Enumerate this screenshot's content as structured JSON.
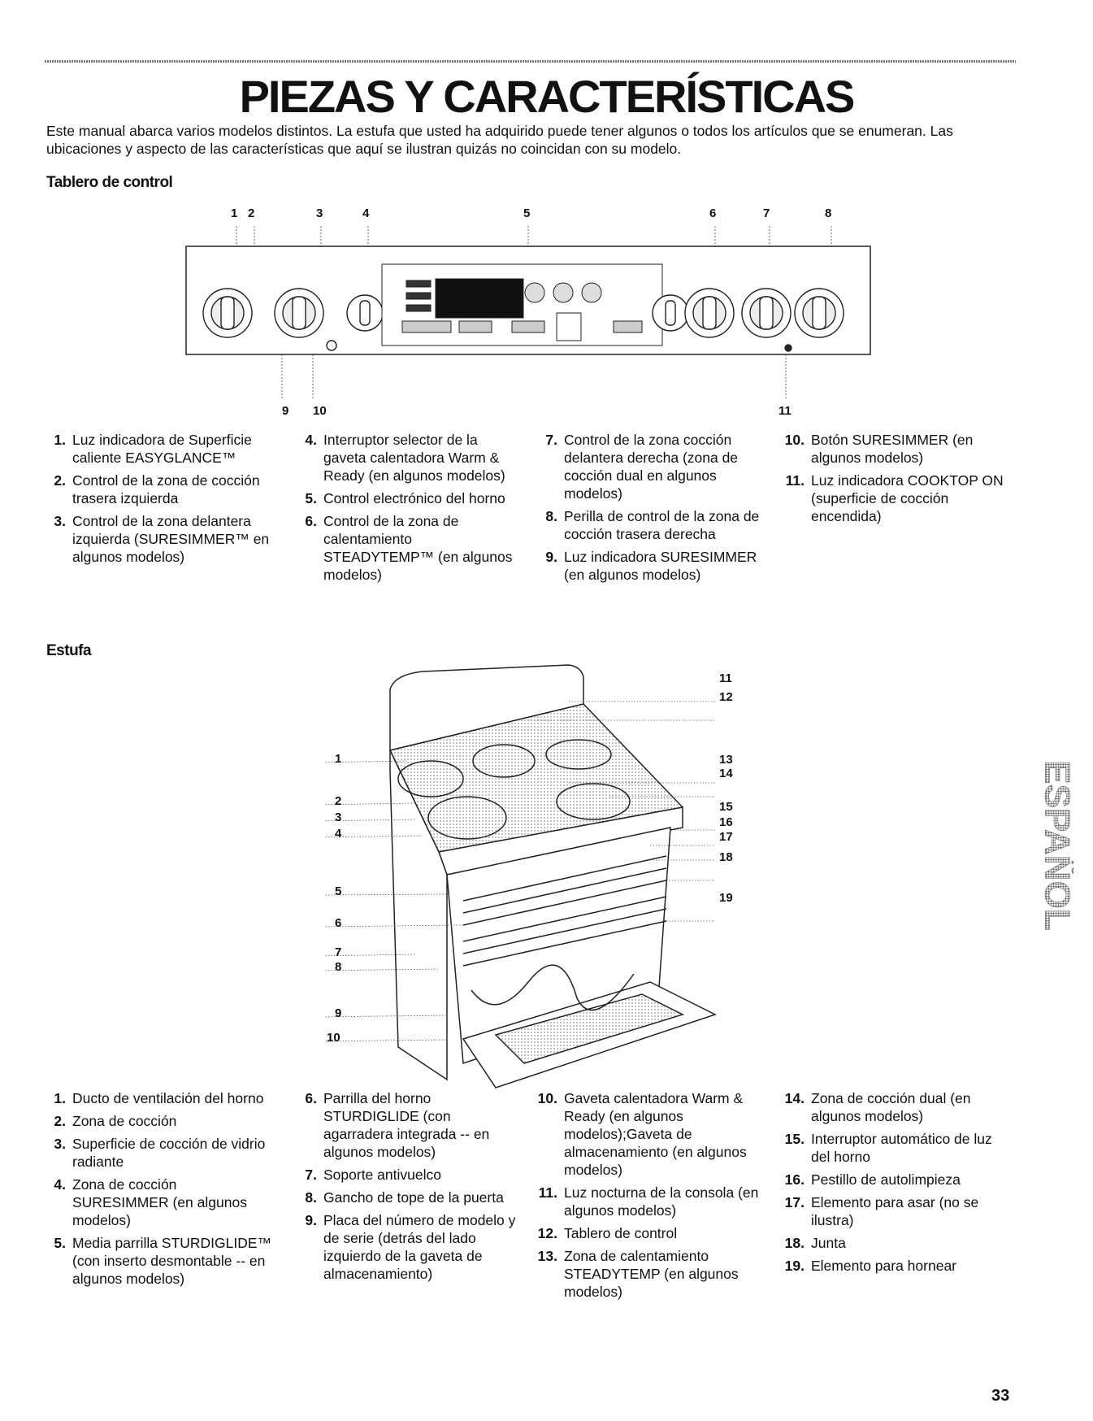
{
  "title": "PIEZAS Y CARACTERÍSTICAS",
  "intro": "Este manual abarca varios modelos distintos. La estufa que usted ha adquirido puede tener algunos o todos los artículos que se enumeran. Las ubicaciones y aspecto de las características que aquí se ilustran quizás no coincidan con su modelo.",
  "control_panel": {
    "heading": "Tablero de control",
    "top_numbers": [
      "1",
      "2",
      "3",
      "4",
      "5",
      "6",
      "7",
      "8"
    ],
    "bottom_numbers": [
      "9",
      "10",
      "11"
    ],
    "items": [
      {
        "n": "1.",
        "text": "Luz indicadora de Superficie caliente EASYGLANCE™"
      },
      {
        "n": "2.",
        "text": "Control de la zona de cocción trasera izquierda"
      },
      {
        "n": "3.",
        "text": "Control de la zona delantera izquierda (SURESIMMER™ en algunos modelos)"
      },
      {
        "n": "4.",
        "text": "Interruptor selector de la gaveta calentadora Warm & Ready (en algunos modelos)"
      },
      {
        "n": "5.",
        "text": "Control electrónico del horno"
      },
      {
        "n": "6.",
        "text": "Control de la zona de calentamiento STEADYTEMP™ (en algunos modelos)"
      },
      {
        "n": "7.",
        "text": "Control de la zona cocción delantera derecha (zona de cocción dual en algunos modelos)"
      },
      {
        "n": "8.",
        "text": "Perilla de control de la zona de cocción trasera derecha"
      },
      {
        "n": "9.",
        "text": "Luz indicadora SURESIMMER (en algunos modelos)"
      },
      {
        "n": "10.",
        "text": "Botón SURESIMMER (en algunos modelos)"
      },
      {
        "n": "11.",
        "text": "Luz indicadora COOKTOP ON (superficie de cocción encendida)"
      }
    ]
  },
  "range": {
    "heading": "Estufa",
    "left_callouts": [
      "1",
      "2",
      "3",
      "4",
      "5",
      "6",
      "7",
      "8",
      "9",
      "10"
    ],
    "right_callouts": [
      "11",
      "12",
      "13",
      "14",
      "15",
      "16",
      "17",
      "18",
      "19"
    ],
    "items": [
      {
        "n": "1.",
        "text": "Ducto de ventilación del horno"
      },
      {
        "n": "2.",
        "text": "Zona de cocción"
      },
      {
        "n": "3.",
        "text": "Superficie de cocción de vidrio radiante"
      },
      {
        "n": "4.",
        "text": "Zona de cocción SURESIMMER (en algunos modelos)"
      },
      {
        "n": "5.",
        "text": "Media parrilla STURDIGLIDE™ (con inserto desmontable -- en algunos modelos)"
      },
      {
        "n": "6.",
        "text": "Parrilla del horno STURDIGLIDE (con agarradera integrada -- en algunos modelos)"
      },
      {
        "n": "7.",
        "text": "Soporte antivuelco"
      },
      {
        "n": "8.",
        "text": "Gancho de tope de la puerta"
      },
      {
        "n": "9.",
        "text": "Placa del número de modelo y de serie (detrás del lado izquierdo de la gaveta de almacenamiento)"
      },
      {
        "n": "10.",
        "text": "Gaveta calentadora Warm & Ready (en algunos modelos);Gaveta de almacenamiento (en algunos modelos)"
      },
      {
        "n": "11.",
        "text": "Luz nocturna de la consola (en algunos modelos)"
      },
      {
        "n": "12.",
        "text": "Tablero de control"
      },
      {
        "n": "13.",
        "text": "Zona de calentamiento STEADYTEMP (en algunos modelos)"
      },
      {
        "n": "14.",
        "text": "Zona de cocción dual (en algunos modelos)"
      },
      {
        "n": "15.",
        "text": "Interruptor automático de luz del horno"
      },
      {
        "n": "16.",
        "text": "Pestillo de autolimpieza"
      },
      {
        "n": "17.",
        "text": "Elemento para asar (no se ilustra)"
      },
      {
        "n": "18.",
        "text": "Junta"
      },
      {
        "n": "19.",
        "text": "Elemento para hornear"
      }
    ]
  },
  "side_tab": "ESPAÑOL",
  "page_number": "33"
}
